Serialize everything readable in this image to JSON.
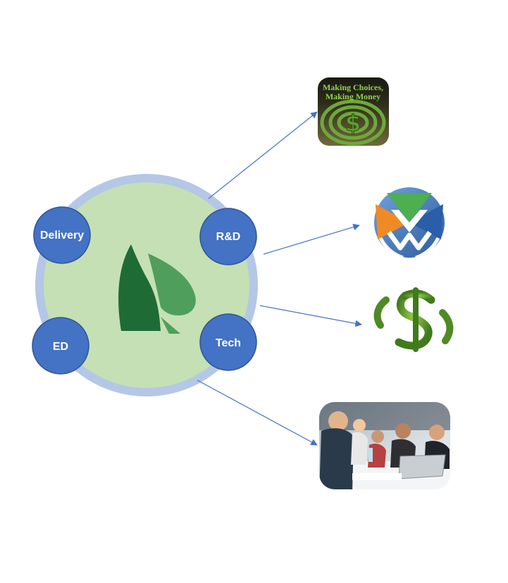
{
  "hub": {
    "nodes": [
      {
        "id": "delivery",
        "label": "Delivery"
      },
      {
        "id": "rd",
        "label": "R&D"
      },
      {
        "id": "ed",
        "label": "ED"
      },
      {
        "id": "tech",
        "label": "Tech"
      }
    ],
    "center_icon": "leaf-icon"
  },
  "outputs": {
    "book": {
      "title_line1": "Making Choices,",
      "title_line2": "Making Money",
      "icon": "maze-dollar-book-cover"
    },
    "arrows_badge": {
      "icon": "diverging-arrows-icon"
    },
    "hedge_dollar": {
      "icon": "hedge-maze-dollar-icon"
    },
    "team_photo": {
      "icon": "team-meeting-photo"
    }
  },
  "colors": {
    "ring": "#b4c7e7",
    "hub_fill": "#c5e0b4",
    "node_fill": "#4472c4",
    "node_stroke": "#2f5597",
    "leaf_dark": "#1e6b35",
    "leaf_light": "#4f9e5c",
    "connector": "#4472c4"
  }
}
